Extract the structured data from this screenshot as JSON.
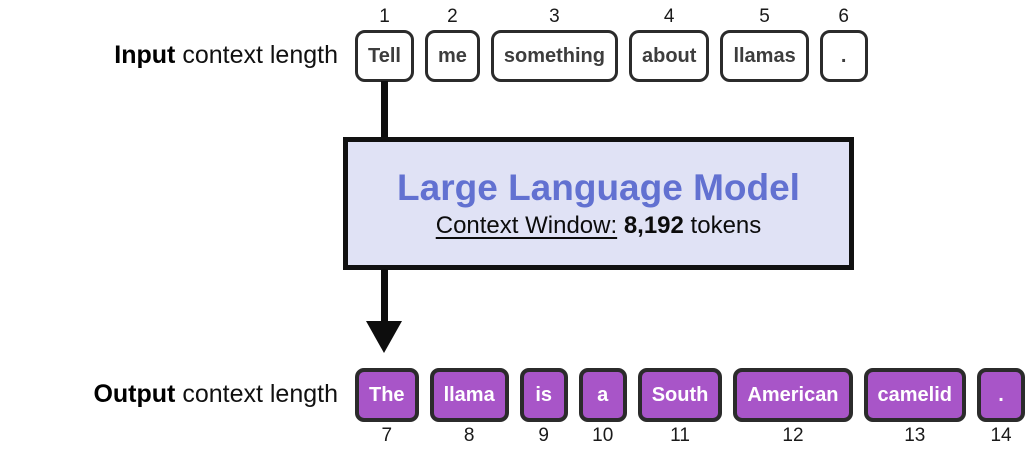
{
  "input_row": {
    "label_bold": "Input",
    "label_rest": " context length",
    "tokens": [
      {
        "num": "1",
        "text": "Tell"
      },
      {
        "num": "2",
        "text": "me"
      },
      {
        "num": "3",
        "text": "something"
      },
      {
        "num": "4",
        "text": "about"
      },
      {
        "num": "5",
        "text": "llamas"
      },
      {
        "num": "6",
        "text": "."
      }
    ]
  },
  "model": {
    "title": "Large Language Model",
    "context_window_label": "Context Window:",
    "context_window_value": "8,192",
    "tokens_suffix": "tokens"
  },
  "output_row": {
    "label_bold": "Output",
    "label_rest": " context length",
    "tokens": [
      {
        "num": "7",
        "text": "The"
      },
      {
        "num": "8",
        "text": "llama"
      },
      {
        "num": "9",
        "text": "is"
      },
      {
        "num": "10",
        "text": "a"
      },
      {
        "num": "11",
        "text": "South"
      },
      {
        "num": "12",
        "text": "American"
      },
      {
        "num": "13",
        "text": "camelid"
      },
      {
        "num": "14",
        "text": "."
      }
    ]
  },
  "colors": {
    "model_title": "#6271d1",
    "model_background": "#e0e2f5",
    "output_token_fill": "#a855c8",
    "token_border": "#2b2b2b",
    "input_token_text": "#3d3d3d",
    "arrow": "#0d0d0d"
  }
}
